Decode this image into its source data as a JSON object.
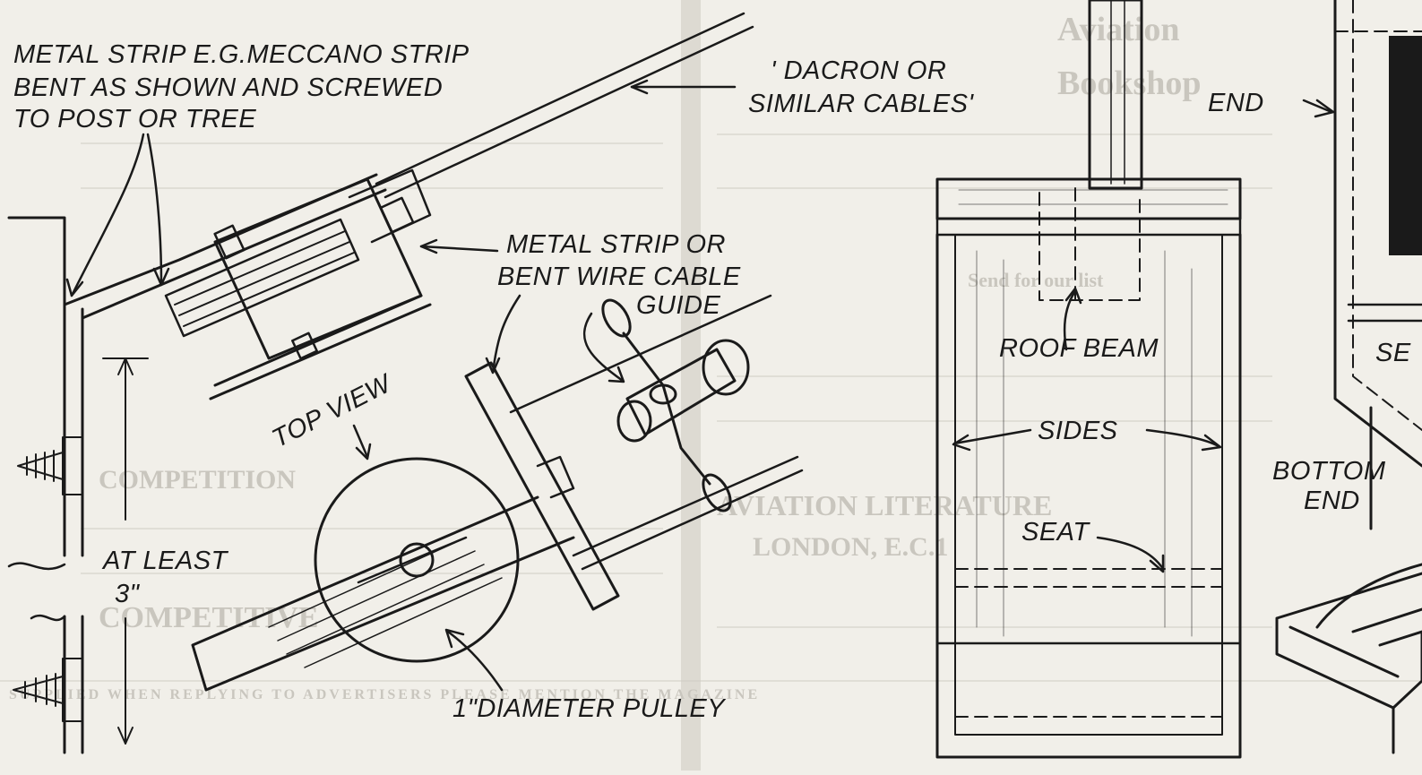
{
  "labels": {
    "metal_strip": [
      "METAL STRIP  E.G.MECCANO STRIP",
      "BENT AS SHOWN AND SCREWED",
      "TO POST OR TREE"
    ],
    "dacron": [
      "' DACRON OR",
      "SIMILAR  CABLES'"
    ],
    "end": "END",
    "guide": [
      "METAL STRIP OR",
      "BENT WIRE CABLE",
      "GUIDE"
    ],
    "top_view": "TOP VIEW",
    "roof_beam": "ROOF BEAM",
    "sides": "SIDES",
    "seat": "SEAT",
    "bottom_end": [
      "BOTTOM",
      "END"
    ],
    "at_least": [
      "AT LEAST",
      "3\""
    ],
    "pulley": "1\"DIAMETER PULLEY",
    "cut_off": "SE"
  },
  "background_text": {
    "left_column": [
      "COMPETITION",
      "COMPETITIVE"
    ],
    "right_column": [
      "Aviation",
      "Bookshop",
      "Send for our list",
      "AVIATION LITERATURE",
      "LONDON, E.C.1"
    ],
    "bottom_strip": "SUPPLIED   WHEN   REPLYING   TO   ADVERTISERS   PLEASE   MENTION   THE   MAGAZINE"
  },
  "colors": {
    "ink": "#1a1a1a",
    "paper": "#f1efe9",
    "ghost": "#c9c6be"
  }
}
